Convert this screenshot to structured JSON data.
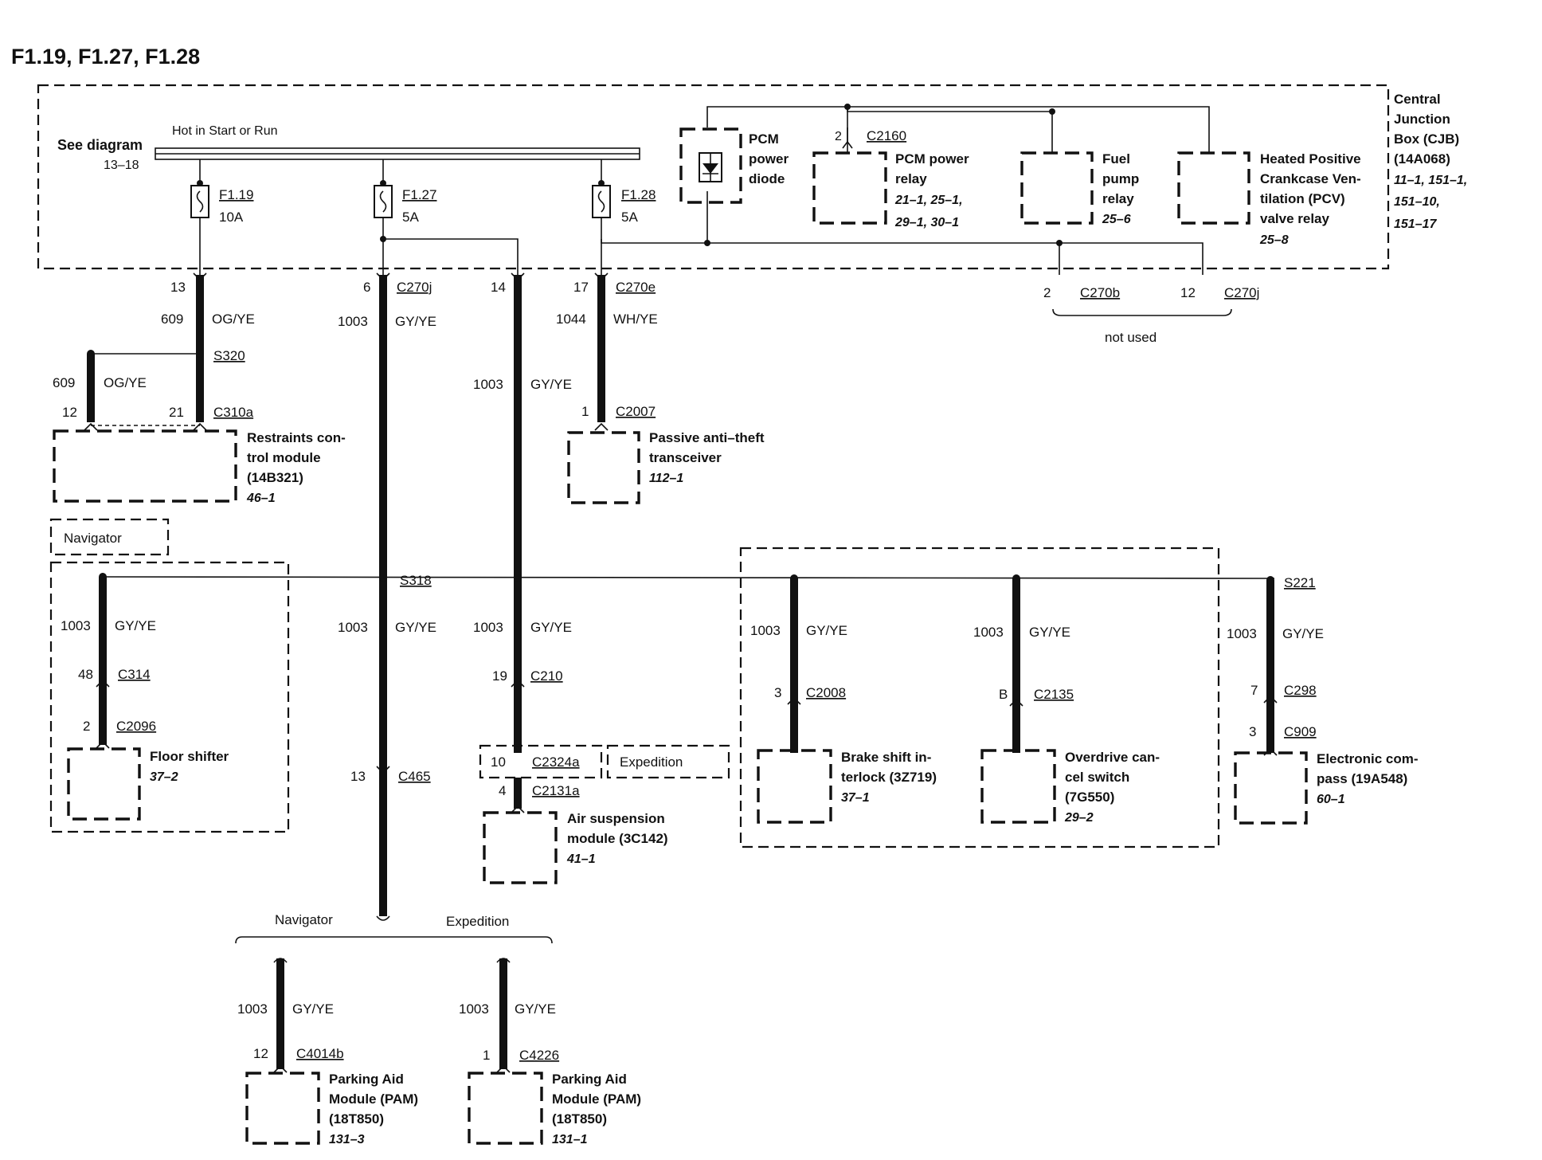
{
  "title": "F1.19, F1.27, F1.28",
  "see_diagram": {
    "label": "See diagram",
    "ref": "13–18"
  },
  "bus_label": "Hot in Start or Run",
  "cjb": {
    "lines": [
      "Central",
      "Junction",
      "Box (CJB)",
      "(14A068)"
    ],
    "refs": [
      "11–1, 151–1,",
      "151–10,",
      "151–17"
    ]
  },
  "fuses": [
    {
      "name": "F1.19",
      "rating": "10A"
    },
    {
      "name": "F1.27",
      "rating": "5A"
    },
    {
      "name": "F1.28",
      "rating": "5A"
    }
  ],
  "cjb_components": {
    "pcm_diode": [
      "PCM",
      "power",
      "diode"
    ],
    "pcm_relay": {
      "pin": "2",
      "connector": "C2160",
      "lines": [
        "PCM power",
        "relay"
      ],
      "refs": [
        "21–1, 25–1,",
        "29–1, 30–1"
      ]
    },
    "fuel_relay": {
      "lines": [
        "Fuel",
        "pump",
        "relay"
      ],
      "ref": "25–6"
    },
    "pcv_relay": {
      "lines": [
        "Heated Positive",
        "Crankcase Ven-",
        "tilation (PCV)",
        "valve relay"
      ],
      "ref": "25–8"
    }
  },
  "not_used": {
    "pin1": "2",
    "conn1": "C270b",
    "pin2": "12",
    "conn2": "C270j",
    "label": "not used"
  },
  "circuits": {
    "f119": {
      "pin": "13",
      "num": "609",
      "color": "OG/YE"
    },
    "s320": "S320",
    "rcm_branch": {
      "num": "609",
      "color": "OG/YE",
      "pin": "12"
    },
    "rcm": {
      "pin": "21",
      "connector": "C310a",
      "lines": [
        "Restraints con-",
        "trol module",
        "(14B321)"
      ],
      "ref": "46–1"
    },
    "f127": {
      "pin": "6",
      "connector": "C270j",
      "num": "1003",
      "color": "GY/YE"
    },
    "mid": {
      "pin": "14",
      "num": "1003",
      "color": "GY/YE"
    },
    "f128": {
      "pin": "17",
      "connector": "C270e",
      "num": "1044",
      "color": "WH/YE"
    },
    "pats": {
      "pin": "1",
      "connector": "C2007",
      "lines": [
        "Passive anti–theft",
        "transceiver"
      ],
      "ref": "112–1"
    }
  },
  "navigator_tag": "Navigator",
  "floor_shifter": {
    "num": "1003",
    "color": "GY/YE",
    "pin1": "48",
    "conn1": "C314",
    "pin2": "2",
    "conn2": "C2096",
    "lines": [
      "Floor shifter"
    ],
    "ref": "37–2"
  },
  "s318": "S318",
  "pam_trunk": {
    "num": "1003",
    "color": "GY/YE",
    "pin": "13",
    "connector": "C465"
  },
  "air_susp": {
    "num": "1003",
    "color": "GY/YE",
    "pin1": "19",
    "conn1": "C210",
    "pin2": "10",
    "conn2": "C2324a",
    "tag": "Expedition",
    "pin3": "4",
    "conn3": "C2131a",
    "lines": [
      "Air suspension",
      "module (3C142)"
    ],
    "ref": "41–1"
  },
  "brake_shift": {
    "num": "1003",
    "color": "GY/YE",
    "pin": "3",
    "connector": "C2008",
    "lines": [
      "Brake shift in-",
      "terlock (3Z719)"
    ],
    "ref": "37–1"
  },
  "overdrive": {
    "num": "1003",
    "color": "GY/YE",
    "pin": "B",
    "connector": "C2135",
    "lines": [
      "Overdrive can-",
      "cel switch",
      "(7G550)"
    ],
    "ref": "29–2"
  },
  "compass": {
    "splice": "S221",
    "num": "1003",
    "color": "GY/YE",
    "pin1": "7",
    "conn1": "C298",
    "pin2": "3",
    "conn2": "C909",
    "lines": [
      "Electronic com-",
      "pass (19A548)"
    ],
    "ref": "60–1"
  },
  "split": {
    "left": "Navigator",
    "right": "Expedition"
  },
  "pam_nav": {
    "num": "1003",
    "color": "GY/YE",
    "pin": "12",
    "connector": "C4014b",
    "lines": [
      "Parking Aid",
      "Module (PAM)",
      "(18T850)"
    ],
    "ref": "131–3"
  },
  "pam_exp": {
    "num": "1003",
    "color": "GY/YE",
    "pin": "1",
    "connector": "C4226",
    "lines": [
      "Parking Aid",
      "Module (PAM)",
      "(18T850)"
    ],
    "ref": "131–1"
  }
}
